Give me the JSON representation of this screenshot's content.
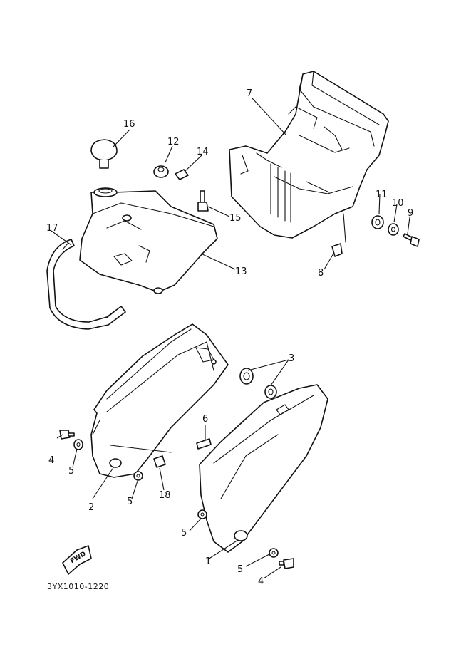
{
  "diagram_code": "3YX1010-1220",
  "fwd_label": "FWD",
  "callouts": [
    "1",
    "2",
    "3",
    "4",
    "4",
    "5",
    "5",
    "5",
    "5",
    "6",
    "7",
    "8",
    "9",
    "10",
    "11",
    "12",
    "13",
    "14",
    "15",
    "16",
    "17",
    "18"
  ]
}
